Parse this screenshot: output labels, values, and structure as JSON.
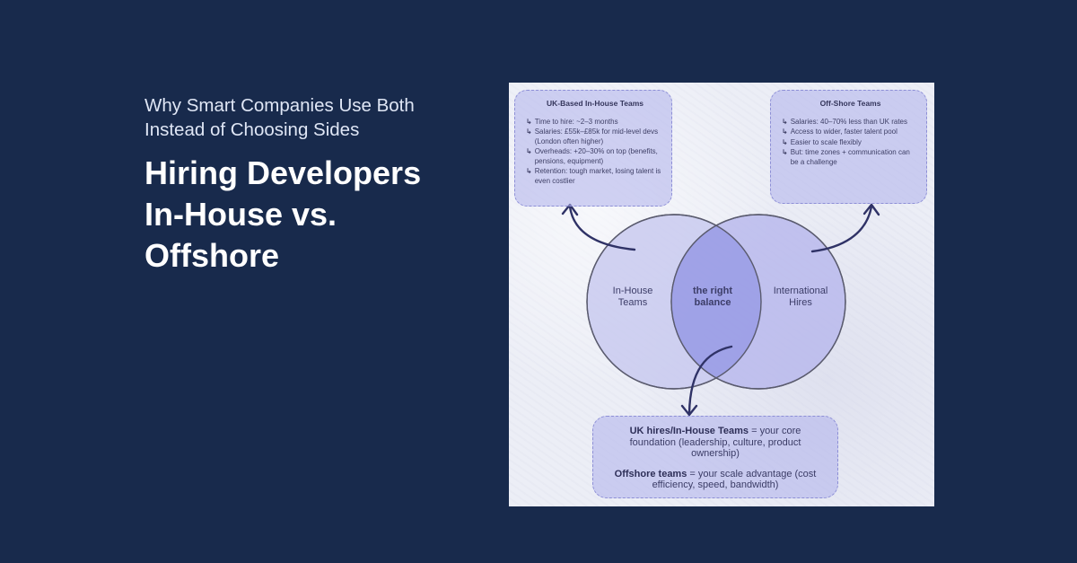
{
  "headline": {
    "subtitle_lines": [
      "Why Smart Companies Use Both",
      "Instead of Choosing Sides"
    ],
    "title_lines": [
      "Hiring Developers",
      "In-House vs.",
      "Offshore"
    ]
  },
  "diagram": {
    "uk_box": {
      "title": "UK-Based In-House Teams",
      "marker": "↳",
      "items": [
        "Time to hire: ~2–3 months",
        "Salaries: £55k–£85k for mid-level devs (London often higher)",
        "Overheads: +20–30% on top (benefits, pensions, equipment)",
        "Retention: tough market, losing talent is even costlier"
      ]
    },
    "offshore_box": {
      "title": "Off-Shore Teams",
      "marker": "↳",
      "items": [
        "Salaries: 40–70% less than UK rates",
        "Access to wider, faster talent pool",
        "Easier to scale flexibly",
        "But: time zones + communication can be a challenge"
      ]
    },
    "venn": {
      "left_label": [
        "In-House",
        "Teams"
      ],
      "center_label": [
        "the right",
        "balance"
      ],
      "right_label": [
        "International",
        "Hires"
      ],
      "left_color": "#c7c8ef",
      "right_color": "#b6b7ec",
      "overlap_color": "#9c9ee6"
    },
    "summary": {
      "line1_bold": "UK hires/In-House Teams",
      "line1_rest": " = your core foundation (leadership, culture, product ownership)",
      "line2_bold": "Offshore teams",
      "line2_rest": " = your scale advantage (cost efficiency, speed, bandwidth)"
    }
  }
}
